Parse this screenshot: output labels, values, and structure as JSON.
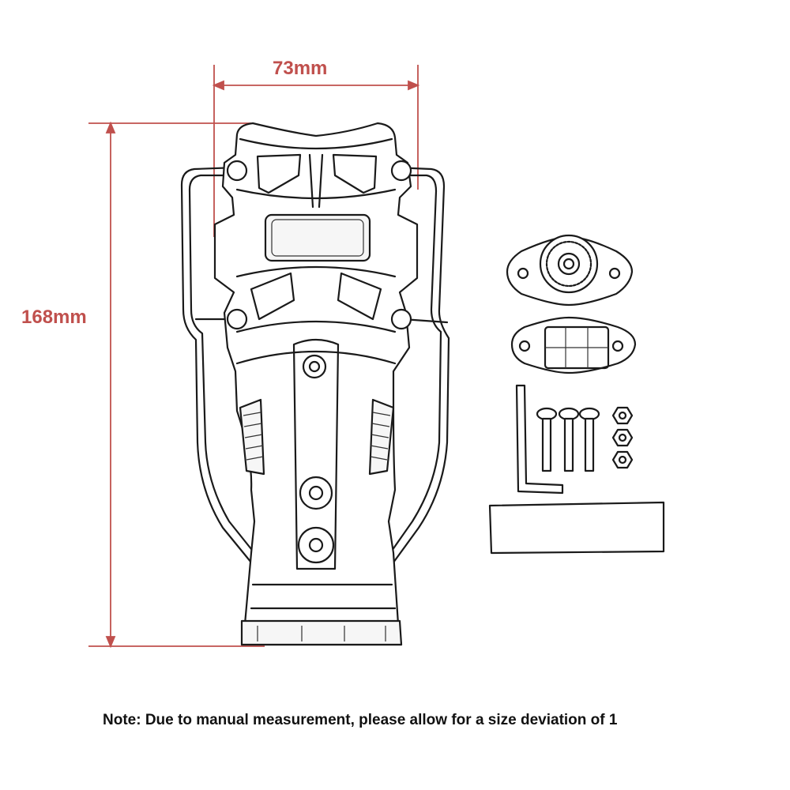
{
  "dimensions": {
    "width_label": "73mm",
    "height_label": "168mm",
    "dimension_color": "#c0504d"
  },
  "note": {
    "text": "Note: Due to manual measurement, please allow for a size deviation of 1"
  },
  "kit_parts": [
    {
      "name": "mount-base-gear-icon"
    },
    {
      "name": "mount-base-grid-icon"
    },
    {
      "name": "hex-key-icon"
    },
    {
      "name": "screw-icon",
      "count": 3
    },
    {
      "name": "nut-icon",
      "count": 3
    },
    {
      "name": "adhesive-pad-icon"
    }
  ]
}
